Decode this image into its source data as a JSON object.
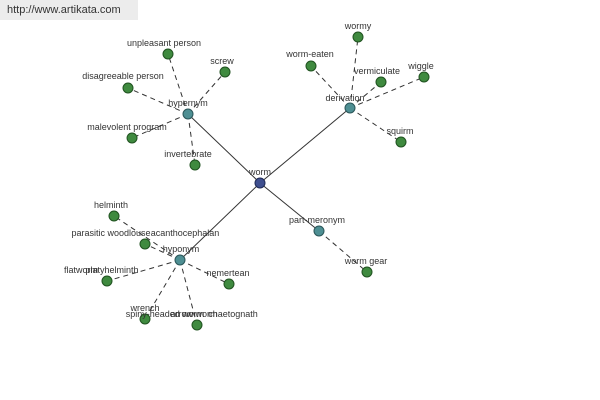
{
  "banner": {
    "url": "http://www.artikata.com"
  },
  "graph": {
    "center": {
      "id": "worm",
      "label": "worm"
    },
    "relations": [
      {
        "id": "hypernym",
        "label": "hypernym",
        "leaves": [
          {
            "id": "unpleasant-person",
            "label": "unpleasant person"
          },
          {
            "id": "screw",
            "label": "screw"
          },
          {
            "id": "disagreeable-person",
            "label": "disagreeable person"
          },
          {
            "id": "malevolent-program",
            "label": "malevolent program"
          },
          {
            "id": "invertebrate",
            "label": "invertebrate"
          }
        ]
      },
      {
        "id": "derivation",
        "label": "derivation",
        "leaves": [
          {
            "id": "wormy",
            "label": "wormy"
          },
          {
            "id": "worm-eaten",
            "label": "worm-eaten"
          },
          {
            "id": "vermiculate",
            "label": "vermiculate"
          },
          {
            "id": "wiggle",
            "label": "wiggle"
          },
          {
            "id": "squirm",
            "label": "squirm"
          }
        ]
      },
      {
        "id": "part-meronym",
        "label": "part-meronym",
        "leaves": [
          {
            "id": "worm-gear",
            "label": "worm gear"
          }
        ]
      },
      {
        "id": "hyponym",
        "label": "hyponym",
        "leaves": [
          {
            "id": "helminth",
            "label": "helminth"
          },
          {
            "id": "parasitic-woodlouse",
            "label": "parasitic woodlouse"
          },
          {
            "id": "acanthocephalan",
            "label": "acanthocephalan"
          },
          {
            "id": "flatworm",
            "label": "flatworm"
          },
          {
            "id": "platyhelminth",
            "label": "platyhelminth"
          },
          {
            "id": "nemertean",
            "label": "nemertean"
          },
          {
            "id": "wrench",
            "label": "wrench"
          },
          {
            "id": "spiny-headed-worm",
            "label": "spiny-headed worm"
          },
          {
            "id": "arrow-worm",
            "label": "arrow worm"
          },
          {
            "id": "chaetognath",
            "label": "chaetognath"
          }
        ]
      }
    ]
  }
}
